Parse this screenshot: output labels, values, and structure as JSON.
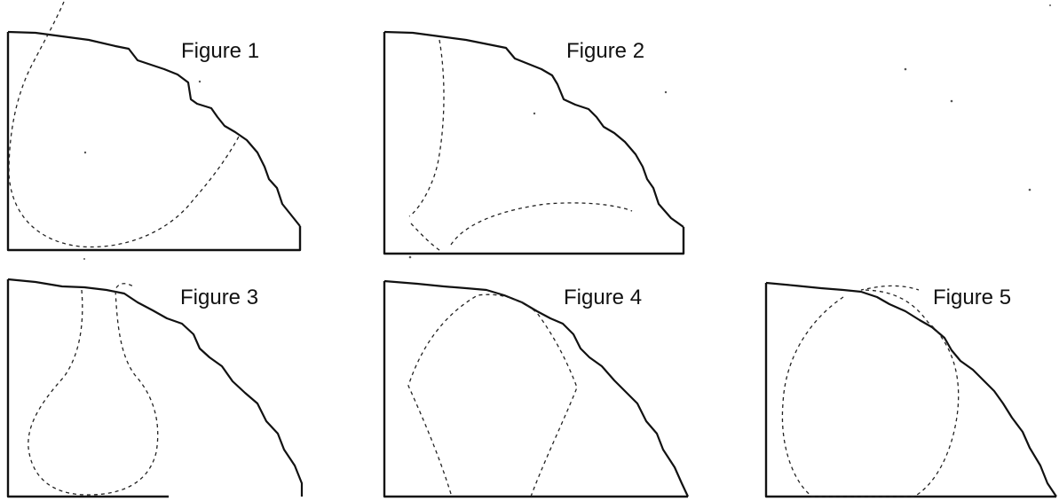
{
  "figures": [
    {
      "label": "Figure 1"
    },
    {
      "label": "Figure 2"
    },
    {
      "label": "Figure 3"
    },
    {
      "label": "Figure 4"
    },
    {
      "label": "Figure 5"
    }
  ]
}
